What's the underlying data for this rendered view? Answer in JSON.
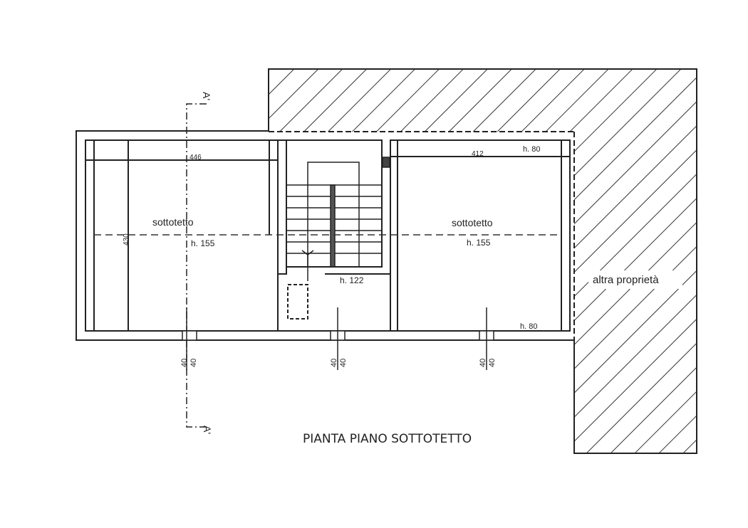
{
  "plan": {
    "title": "PIANTA PIANO SOTTOTETTO",
    "section_top": "A'",
    "section_bottom": "A'",
    "left_room": {
      "name": "sottotetto",
      "height": "h. 155",
      "width_dim": "446",
      "depth_dim": "430"
    },
    "right_room": {
      "name": "sottotetto",
      "height": "h. 155",
      "width_dim": "412",
      "top_height": "h. 80",
      "bottom_height": "h. 80"
    },
    "stair_height": "h. 122",
    "neighbor": "altra proprietà",
    "pillar_dims": [
      {
        "a": "40",
        "b": "40"
      },
      {
        "a": "40",
        "b": "40"
      },
      {
        "a": "40",
        "b": "40"
      }
    ]
  }
}
